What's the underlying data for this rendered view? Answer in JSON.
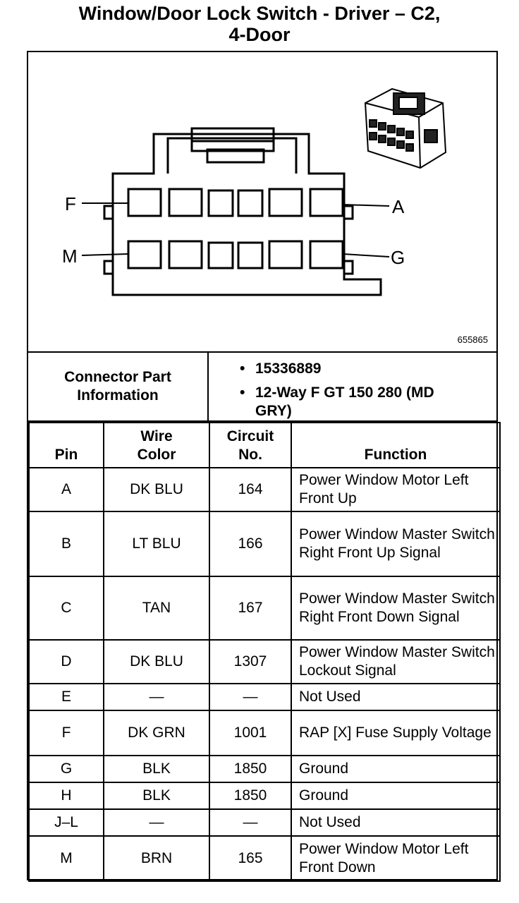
{
  "title_line1": "Window/Door Lock Switch - Driver – C2,",
  "title_line2": "4-Door",
  "diagram": {
    "labels": {
      "f": "F",
      "a": "A",
      "m": "M",
      "g": "G"
    },
    "figure_number": "655865"
  },
  "connector_info": {
    "label_line1": "Connector Part",
    "label_line2": "Information",
    "items": [
      "15336889",
      "12-Way F GT 150 280 (MD GRY)"
    ]
  },
  "table": {
    "headers": {
      "pin": "Pin",
      "wire_color_line1": "Wire",
      "wire_color_line2": "Color",
      "circuit_line1": "Circuit",
      "circuit_line2": "No.",
      "function": "Function"
    },
    "rows": [
      {
        "pin": "A",
        "color": "DK BLU",
        "circuit": "164",
        "function": "Power Window Motor Left Front Up"
      },
      {
        "pin": "B",
        "color": "LT BLU",
        "circuit": "166",
        "function": "Power Window Master Switch Right Front Up Signal"
      },
      {
        "pin": "C",
        "color": "TAN",
        "circuit": "167",
        "function": "Power Window Master Switch Right Front Down Signal"
      },
      {
        "pin": "D",
        "color": "DK BLU",
        "circuit": "1307",
        "function": "Power Window Master Switch Lockout Signal"
      },
      {
        "pin": "E",
        "color": "—",
        "circuit": "—",
        "function": "Not Used"
      },
      {
        "pin": "F",
        "color": "DK GRN",
        "circuit": "1001",
        "function": "RAP [X] Fuse Supply Voltage"
      },
      {
        "pin": "G",
        "color": "BLK",
        "circuit": "1850",
        "function": "Ground"
      },
      {
        "pin": "H",
        "color": "BLK",
        "circuit": "1850",
        "function": "Ground"
      },
      {
        "pin": "J–L",
        "color": "—",
        "circuit": "—",
        "function": "Not Used"
      },
      {
        "pin": "M",
        "color": "BRN",
        "circuit": "165",
        "function": "Power Window Motor Left Front Down"
      }
    ]
  }
}
